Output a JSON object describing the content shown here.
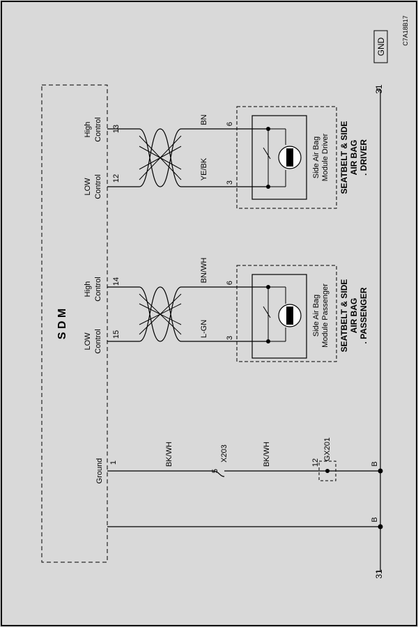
{
  "diagram": {
    "code": "C7A18B17",
    "gnd_label": "GND",
    "page_ref_top": "31",
    "page_ref_bottom": "31",
    "module": "S D M",
    "pins": {
      "high_control": "High\nControl",
      "low_control": "LOW\nControl",
      "ground": "Ground",
      "driver_high": "13",
      "driver_low": "12",
      "passenger_high": "14",
      "passenger_low": "15",
      "ground_pin": "1"
    },
    "wires": {
      "driver_high": "BN",
      "driver_low": "YE/BK",
      "passenger_high": "BN/WH",
      "passenger_low": "L-GN",
      "ground_1": "BK/WH",
      "ground_2": "BK/WH"
    },
    "connectors": {
      "x203": "X203",
      "x203_pin": "5",
      "gx201": "GX201",
      "gx201_pin": "12",
      "airbag_pin_high": "6",
      "airbag_pin_low": "3",
      "bus_label": "B"
    },
    "driver_module": {
      "inner": "Side Air Bag\nModule Driver",
      "outer": "SEATBELT & SIDE\nAIR BAG\n. DRIVER"
    },
    "passenger_module": {
      "inner": "Side Air Bag\nModule Passenger",
      "outer": "SEATBELT & SIDE\nAIR BAG\n. PASSENGER"
    }
  }
}
